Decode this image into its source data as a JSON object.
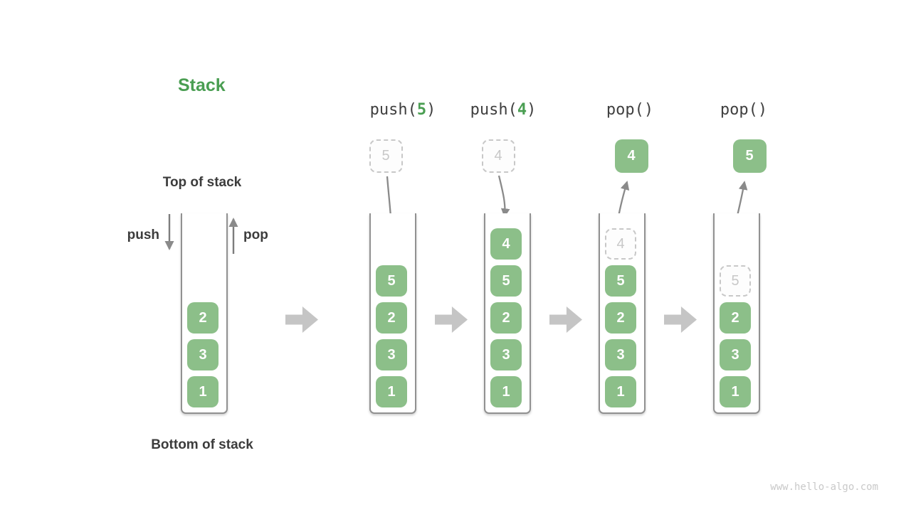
{
  "page": {
    "title": "Stack",
    "top_of_stack_label": "Top of stack",
    "bottom_of_stack_label": "Bottom of stack",
    "push_arrow_label": "push",
    "pop_arrow_label": "pop",
    "watermark": "www.hello-algo.com"
  },
  "colors": {
    "box_green": "#8CBF89",
    "accent_green": "#4A9E52",
    "text_dark": "#3C3C3C",
    "mono_text": "#3F3F3F",
    "thin_arrow": "#8A8A8A",
    "block_arrow": "#C5C5C5",
    "dashed": "#C8C8C8",
    "wall": "#919191"
  },
  "diagram": {
    "type": "stack-operations",
    "description": "A stack holding [2,3,1] undergoes push(5), push(4), pop() -> 4, pop() -> 5",
    "columns": [
      {
        "name": "initial-stack",
        "op": null,
        "float": null,
        "arrow": null,
        "cells": [
          {
            "value": "2",
            "slot": 2,
            "style": "solid"
          },
          {
            "value": "3",
            "slot": 3,
            "style": "solid"
          },
          {
            "value": "1",
            "slot": 4,
            "style": "solid"
          }
        ]
      },
      {
        "name": "push-5",
        "op": {
          "fn": "push",
          "arg": "5"
        },
        "float": {
          "value": "5",
          "style": "dashed"
        },
        "arrow": "into-stack",
        "cells": [
          {
            "value": "5",
            "slot": 1,
            "style": "solid"
          },
          {
            "value": "2",
            "slot": 2,
            "style": "solid"
          },
          {
            "value": "3",
            "slot": 3,
            "style": "solid"
          },
          {
            "value": "1",
            "slot": 4,
            "style": "solid"
          }
        ]
      },
      {
        "name": "push-4",
        "op": {
          "fn": "push",
          "arg": "4"
        },
        "float": {
          "value": "4",
          "style": "dashed"
        },
        "arrow": "into-stack",
        "cells": [
          {
            "value": "4",
            "slot": 0,
            "style": "solid"
          },
          {
            "value": "5",
            "slot": 1,
            "style": "solid"
          },
          {
            "value": "2",
            "slot": 2,
            "style": "solid"
          },
          {
            "value": "3",
            "slot": 3,
            "style": "solid"
          },
          {
            "value": "1",
            "slot": 4,
            "style": "solid"
          }
        ]
      },
      {
        "name": "pop-returns-4",
        "op": {
          "fn": "pop",
          "arg": ""
        },
        "float": {
          "value": "4",
          "style": "solid"
        },
        "arrow": "out-of-stack",
        "cells": [
          {
            "value": "4",
            "slot": 0,
            "style": "dashed"
          },
          {
            "value": "5",
            "slot": 1,
            "style": "solid"
          },
          {
            "value": "2",
            "slot": 2,
            "style": "solid"
          },
          {
            "value": "3",
            "slot": 3,
            "style": "solid"
          },
          {
            "value": "1",
            "slot": 4,
            "style": "solid"
          }
        ]
      },
      {
        "name": "pop-returns-5",
        "op": {
          "fn": "pop",
          "arg": ""
        },
        "float": {
          "value": "5",
          "style": "solid"
        },
        "arrow": "out-of-stack",
        "cells": [
          {
            "value": "5",
            "slot": 1,
            "style": "dashed"
          },
          {
            "value": "2",
            "slot": 2,
            "style": "solid"
          },
          {
            "value": "3",
            "slot": 3,
            "style": "solid"
          },
          {
            "value": "1",
            "slot": 4,
            "style": "solid"
          }
        ]
      }
    ]
  }
}
